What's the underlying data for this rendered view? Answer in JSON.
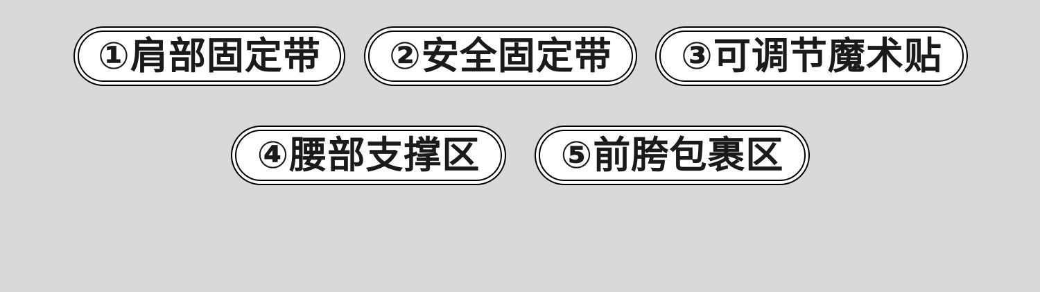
{
  "tags": [
    {
      "label": "①肩部固定带"
    },
    {
      "label": "②安全固定带"
    },
    {
      "label": "③可调节魔术贴"
    },
    {
      "label": "④腰部支撑区"
    },
    {
      "label": "⑤前胯包裹区"
    }
  ]
}
